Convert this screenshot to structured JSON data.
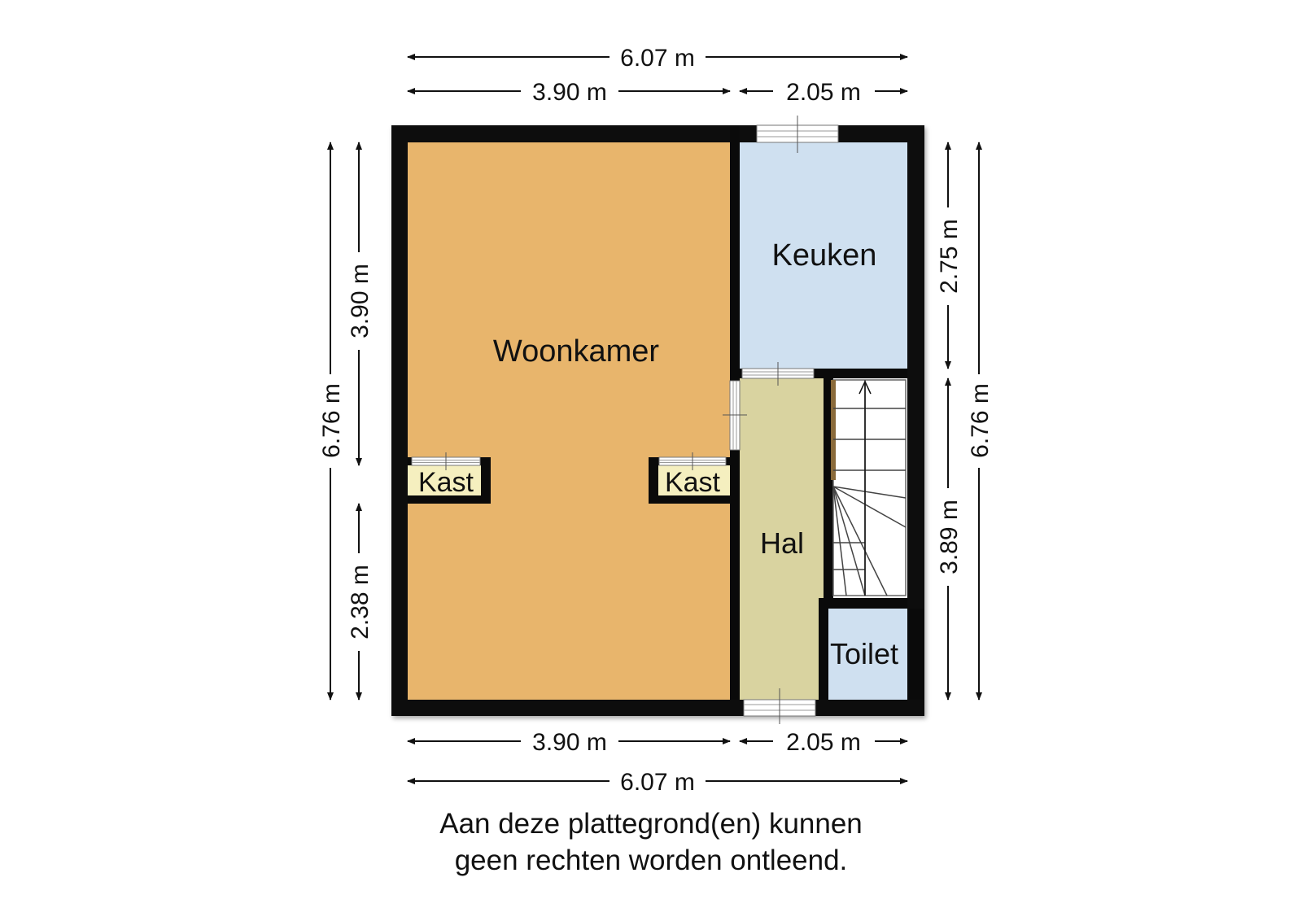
{
  "rooms": {
    "woonkamer": "Woonkamer",
    "keuken": "Keuken",
    "hal": "Hal",
    "toilet": "Toilet",
    "kast_left": "Kast",
    "kast_right": "Kast"
  },
  "dimensions": {
    "top_total": "6.07 m",
    "top_left": "3.90 m",
    "top_right": "2.05 m",
    "bottom_left": "3.90 m",
    "bottom_right": "2.05 m",
    "bottom_total": "6.07 m",
    "left_outer": "6.76 m",
    "left_upper": "3.90 m",
    "left_lower": "2.38 m",
    "right_upper": "2.75 m",
    "right_lower": "3.89 m",
    "right_outer": "6.76 m"
  },
  "disclaimer": {
    "line1": "Aan deze plattegrond(en) kunnen",
    "line2": "geen rechten worden ontleend."
  },
  "colors": {
    "wall": "#0a0a0a",
    "woonkamer": "#e8b56c",
    "keuken": "#cfe0f0",
    "hal": "#d9d3a0",
    "toilet": "#cfe0f0",
    "kast": "#f5efbf",
    "stairs": "#ffffff"
  }
}
